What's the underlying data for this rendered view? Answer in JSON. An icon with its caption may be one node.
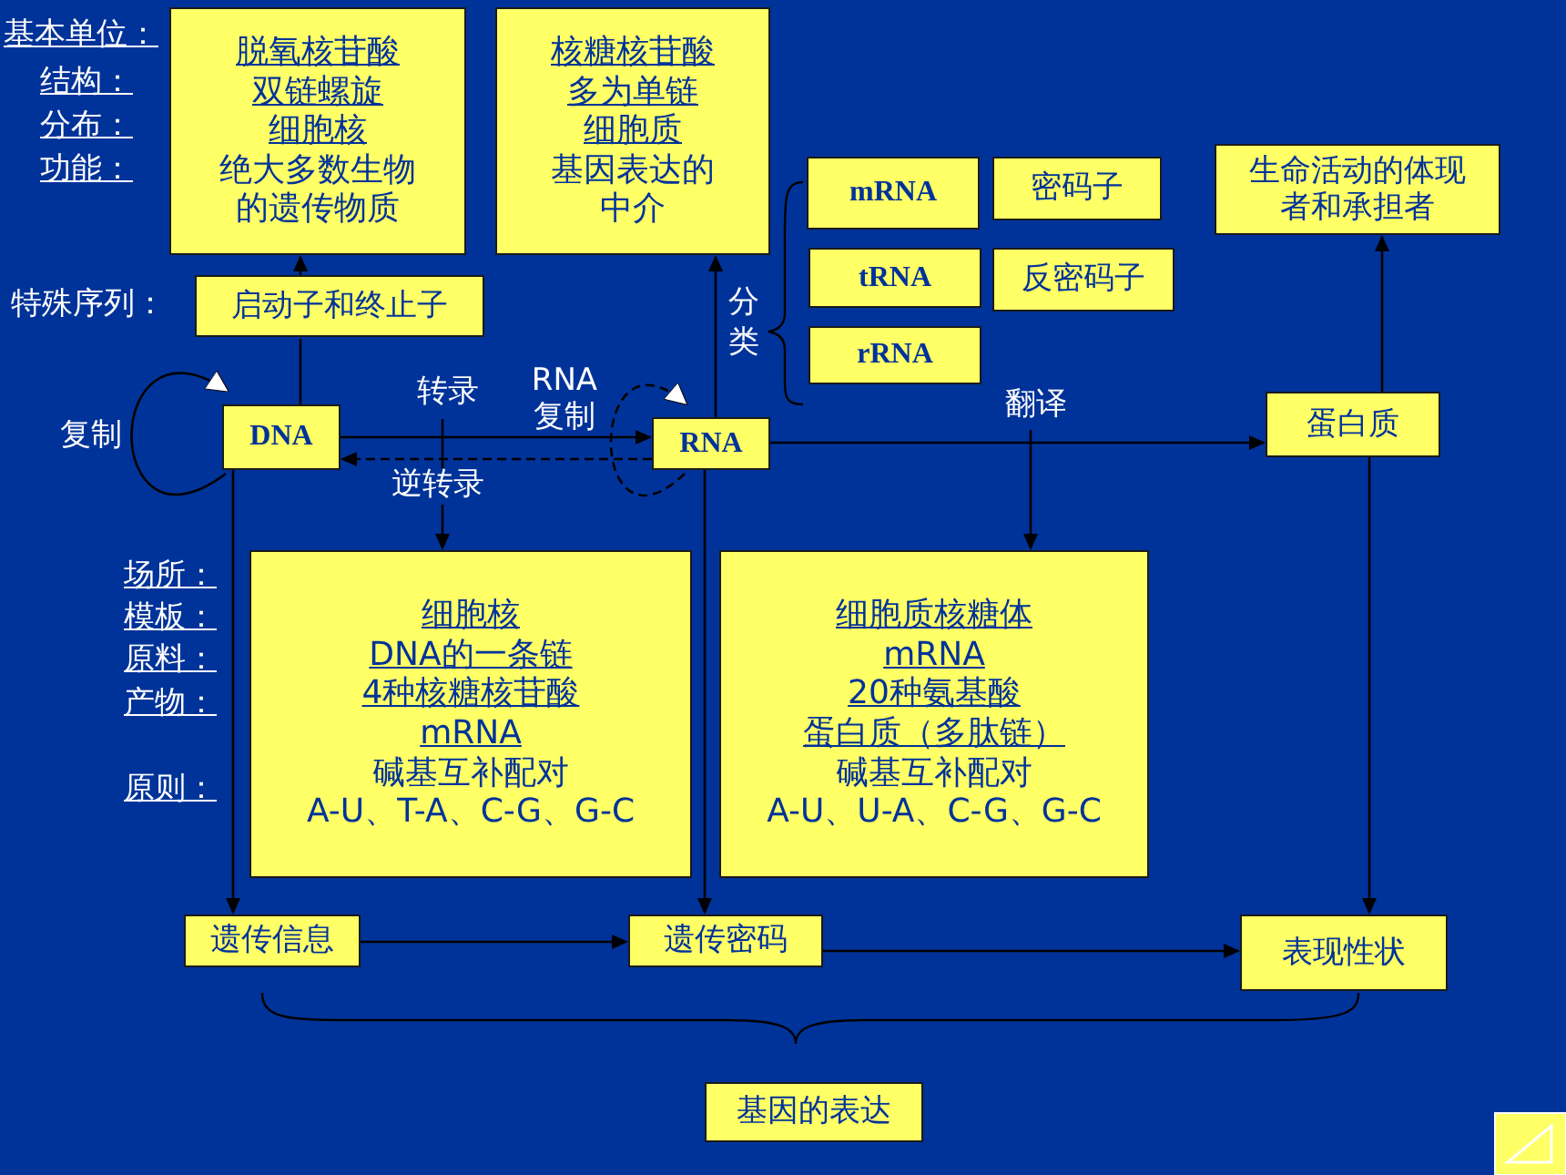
{
  "diagram": {
    "nodes": [
      {
        "text": [
          "脱氧核苷酸",
          "双链螺旋",
          "细胞核",
          "绝大多数生物的遗传物质"
        ]
      },
      {
        "text": [
          "核糖核苷酸",
          "多为单链",
          "细胞质",
          "基因表达的中介"
        ]
      },
      {
        "text": [
          "启动子和终止子"
        ],
        "beside": [
          "特殊序列："
        ]
      },
      {
        "text": [
          "DNA"
        ]
      },
      {
        "text": [
          "RNA"
        ]
      },
      {
        "text": [
          "mRNA"
        ]
      },
      {
        "text": [
          "密码子"
        ]
      },
      {
        "text": [
          "tRNA"
        ]
      },
      {
        "text": [
          "反密码子"
        ]
      },
      {
        "text": [
          "rRNA"
        ]
      },
      {
        "text": [
          "生命活动的体现者和承担者"
        ]
      },
      {
        "text": [
          "蛋白质"
        ]
      },
      {
        "text": [
          "细胞核",
          "DNA的一条链",
          "4种核糖核苷酸",
          "mRNA",
          "碱基互补配对",
          "A-U、T-A、C-G、G-C"
        ]
      },
      {
        "text": [
          "细胞质核糖体",
          "mRNA",
          "20种氨基酸",
          "蛋白质（多肽链）",
          "碱基互补配对",
          "A-U、U-A、C-G、G-C"
        ]
      },
      {
        "text": [
          "遗传信息"
        ]
      },
      {
        "text": [
          "遗传密码"
        ]
      },
      {
        "text": [
          "表现性状"
        ]
      },
      {
        "text": [
          "基因的表达"
        ]
      }
    ],
    "edges": [
      {
        "from": 3,
        "to": 2,
        "arrow": "none"
      },
      {
        "from": 2,
        "to": 0,
        "arrow": "to"
      },
      {
        "from": 3,
        "to": 3,
        "arrow": "to",
        "label": "复制"
      },
      {
        "from": 3,
        "to": 4,
        "arrow": "to",
        "label": "转录"
      },
      {
        "from": 4,
        "to": 3,
        "arrow": "to",
        "label": "逆转录",
        "style": "dashed"
      },
      {
        "from": 4,
        "to": 4,
        "arrow": "to",
        "label": "RNA复制",
        "style": "dashed"
      },
      {
        "from": 4,
        "to": 1,
        "arrow": "to"
      },
      {
        "from": null,
        "to": 12,
        "arrow": "to"
      },
      {
        "from": 4,
        "to": 11,
        "arrow": "to",
        "label": "翻译"
      },
      {
        "from": null,
        "to": 13,
        "arrow": "to"
      },
      {
        "from": 3,
        "to": 14,
        "arrow": "to"
      },
      {
        "from": 4,
        "to": 15,
        "arrow": "to"
      },
      {
        "from": 11,
        "to": 16,
        "arrow": "to"
      },
      {
        "from": 11,
        "to": 10,
        "arrow": "to"
      },
      {
        "from": 14,
        "to": 15,
        "arrow": "to"
      },
      {
        "from": 15,
        "to": 16,
        "arrow": "to"
      }
    ],
    "labels": [
      "基本单位：",
      "结构：",
      "分布：",
      "功能：",
      "分类",
      "场所：",
      "模板：",
      "原料：",
      "产物：",
      "原则："
    ]
  }
}
